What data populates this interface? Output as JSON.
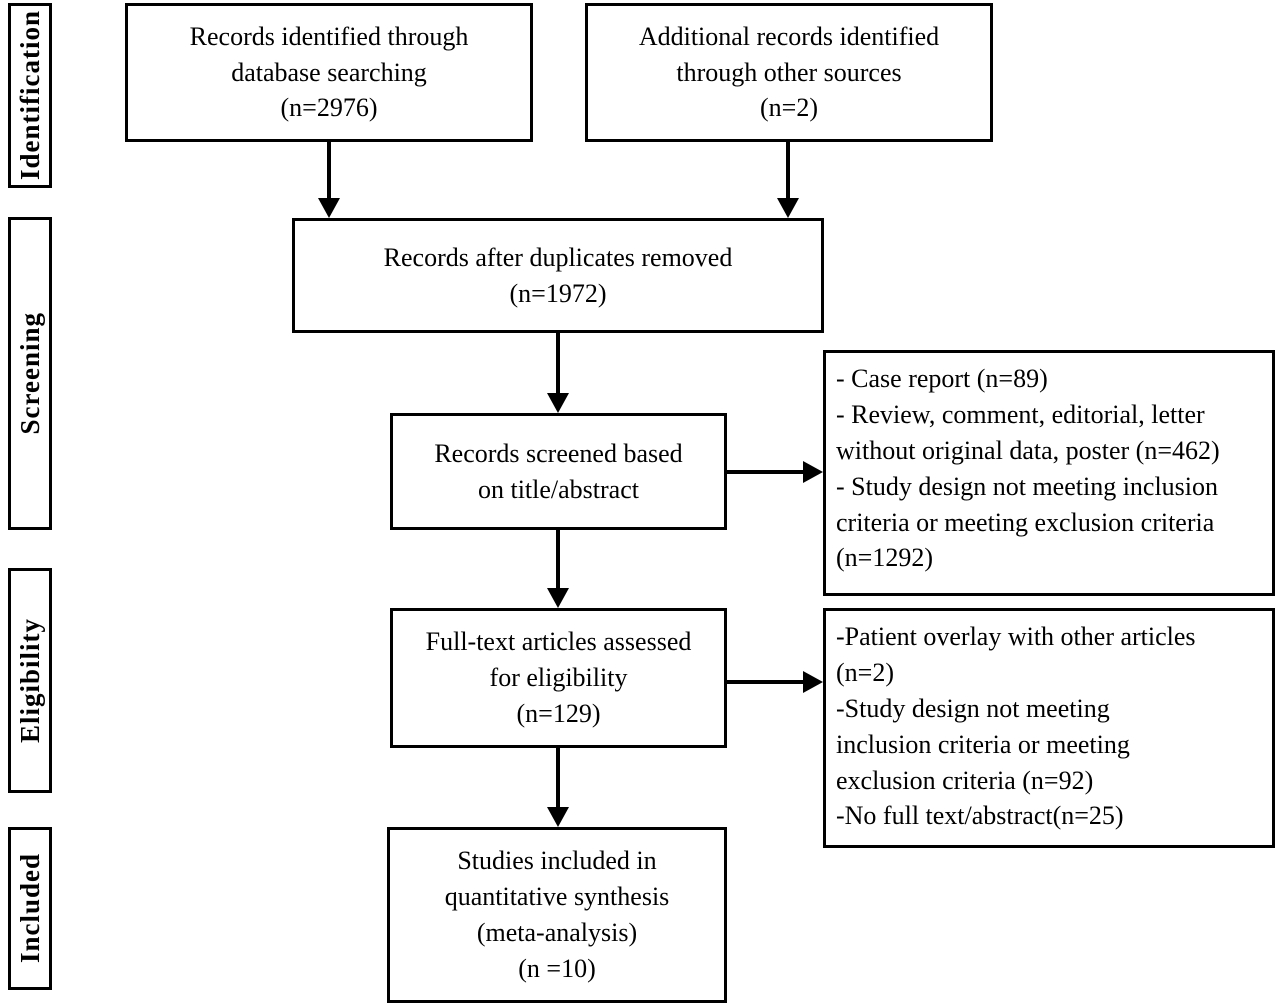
{
  "diagram": {
    "type": "prisma-flow-chart",
    "colors": {
      "line": "#000000",
      "background": "#ffffff",
      "text": "#000000"
    },
    "stages": [
      {
        "label": "Identification"
      },
      {
        "label": "Screening"
      },
      {
        "label": "Eligibility"
      },
      {
        "label": "Included"
      }
    ],
    "boxes": {
      "identified": "Records identified through\ndatabase searching\n(n=2976)",
      "additional": "Additional records identified\nthrough other sources\n(n=2)",
      "deduplicated": "Records after duplicates removed\n(n=1972)",
      "screened": "Records screened based\non title/abstract",
      "fulltext": "Full-text articles assessed\nfor eligibility\n(n=129)",
      "included": "Studies included in\nquantitative synthesis\n(meta-analysis)\n(n =10)",
      "screening_exclusions": "- Case report (n=89)\n- Review, comment, editorial, letter\nwithout original data, poster (n=462)\n- Study design not meeting inclusion\ncriteria or meeting exclusion criteria\n(n=1292)",
      "eligibility_exclusions": "-Patient overlay with other articles\n(n=2)\n-Study design not meeting\ninclusion criteria or meeting\nexclusion criteria (n=92)\n-No full text/abstract(n=25)"
    }
  }
}
